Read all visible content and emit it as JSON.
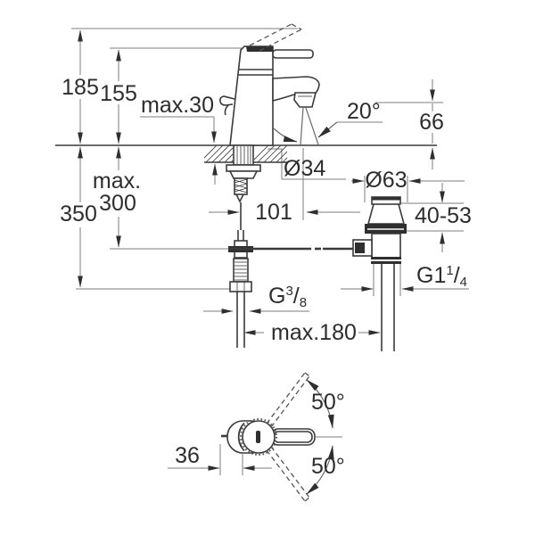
{
  "drawing": {
    "type": "technical-dimension-drawing",
    "views": {
      "side_view": "basin mixer with pop-up waste",
      "plan_view": "handle swing range from above"
    },
    "labels": {
      "height_total": "185",
      "height_body": "155",
      "deck_thickness": "max.30",
      "spout_angle": "20°",
      "spout_height": "66",
      "hole_diameter": "Ø34",
      "spout_reach": "101",
      "waste_diameter": "Ø63",
      "waste_clamp_range": "40-53",
      "depth_max_word": "max.",
      "depth_max_value": "300",
      "depth_total": "350",
      "waste_thread": {
        "prefix": "G1",
        "sup": "1",
        "slash": "/",
        "sub": "4"
      },
      "supply_thread": {
        "prefix": "G",
        "sup": "3",
        "slash": "/",
        "sub": "8"
      },
      "centre_distance": "max.180",
      "rod_offset": "36",
      "handle_swing_up": "50°",
      "handle_swing_down": "50°"
    }
  },
  "colors": {
    "background": "#ffffff",
    "object_line": "#3a3a3a",
    "dimension_line": "#7d7d7d",
    "text": "#2d2d2d"
  }
}
